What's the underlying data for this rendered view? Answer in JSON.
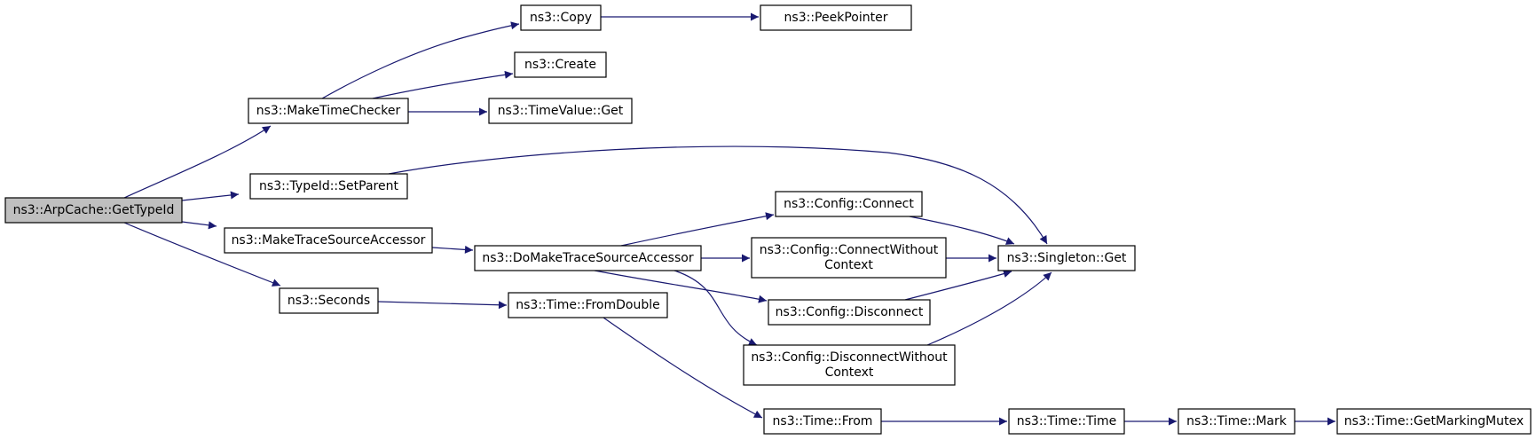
{
  "graph": {
    "edge_color": "#191970",
    "root_fill": "#bfbfbf",
    "nodes": {
      "n0": {
        "label": [
          "ns3::ArpCache::GetTypeId"
        ],
        "root": true
      },
      "n1": {
        "label": [
          "ns3::MakeTimeChecker"
        ]
      },
      "n2": {
        "label": [
          "ns3::TypeId::SetParent"
        ]
      },
      "n3": {
        "label": [
          "ns3::MakeTraceSourceAccessor"
        ]
      },
      "n4": {
        "label": [
          "ns3::Seconds"
        ]
      },
      "n5": {
        "label": [
          "ns3::Copy"
        ]
      },
      "n6": {
        "label": [
          "ns3::PeekPointer"
        ]
      },
      "n7": {
        "label": [
          "ns3::Create"
        ]
      },
      "n8": {
        "label": [
          "ns3::TimeValue::Get"
        ]
      },
      "n9": {
        "label": [
          "ns3::Singleton::Get"
        ]
      },
      "n10": {
        "label": [
          "ns3::DoMakeTraceSourceAccessor"
        ]
      },
      "n11": {
        "label": [
          "ns3::Config::Connect"
        ]
      },
      "n12": {
        "label": [
          "ns3::Config::ConnectWithout",
          "Context"
        ]
      },
      "n13": {
        "label": [
          "ns3::Config::Disconnect"
        ]
      },
      "n14": {
        "label": [
          "ns3::Config::DisconnectWithout",
          "Context"
        ]
      },
      "n15": {
        "label": [
          "ns3::Time::FromDouble"
        ]
      },
      "n16": {
        "label": [
          "ns3::Time::From"
        ]
      },
      "n17": {
        "label": [
          "ns3::Time::Time"
        ]
      },
      "n18": {
        "label": [
          "ns3::Time::Mark"
        ]
      },
      "n19": {
        "label": [
          "ns3::Time::GetMarkingMutex"
        ]
      }
    },
    "edges": [
      [
        "n0",
        "n1"
      ],
      [
        "n0",
        "n2"
      ],
      [
        "n0",
        "n3"
      ],
      [
        "n0",
        "n4"
      ],
      [
        "n1",
        "n5"
      ],
      [
        "n1",
        "n7"
      ],
      [
        "n1",
        "n8"
      ],
      [
        "n5",
        "n6"
      ],
      [
        "n2",
        "n9"
      ],
      [
        "n3",
        "n10"
      ],
      [
        "n10",
        "n11"
      ],
      [
        "n10",
        "n12"
      ],
      [
        "n10",
        "n13"
      ],
      [
        "n10",
        "n14"
      ],
      [
        "n11",
        "n9"
      ],
      [
        "n12",
        "n9"
      ],
      [
        "n13",
        "n9"
      ],
      [
        "n14",
        "n9"
      ],
      [
        "n4",
        "n15"
      ],
      [
        "n15",
        "n16"
      ],
      [
        "n16",
        "n17"
      ],
      [
        "n17",
        "n18"
      ],
      [
        "n18",
        "n19"
      ]
    ]
  }
}
